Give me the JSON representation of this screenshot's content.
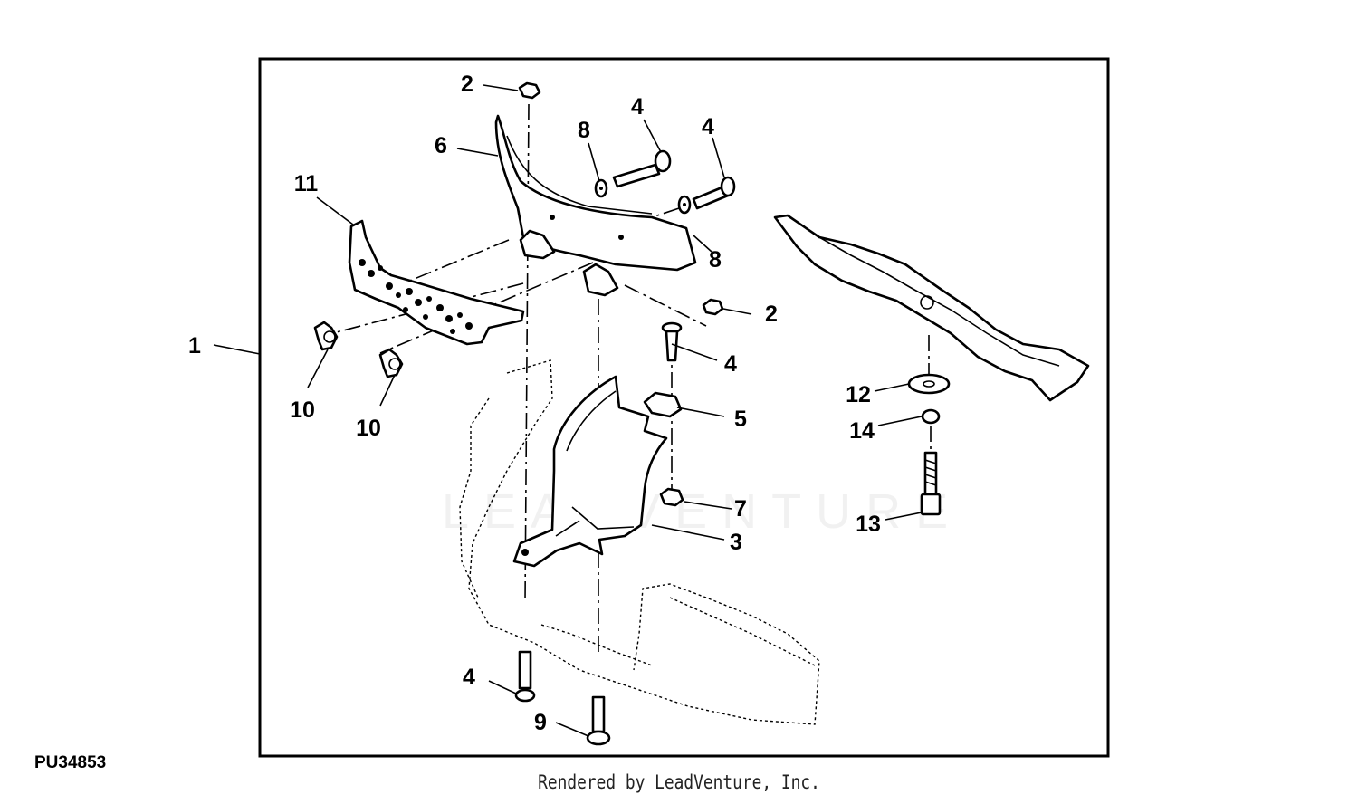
{
  "diagram": {
    "callouts": [
      {
        "id": "c1",
        "label": "1"
      },
      {
        "id": "c2a",
        "label": "2"
      },
      {
        "id": "c2b",
        "label": "2"
      },
      {
        "id": "c3",
        "label": "3"
      },
      {
        "id": "c4a",
        "label": "4"
      },
      {
        "id": "c4b",
        "label": "4"
      },
      {
        "id": "c4c",
        "label": "4"
      },
      {
        "id": "c4d",
        "label": "4"
      },
      {
        "id": "c5",
        "label": "5"
      },
      {
        "id": "c6",
        "label": "6"
      },
      {
        "id": "c7",
        "label": "7"
      },
      {
        "id": "c8a",
        "label": "8"
      },
      {
        "id": "c8b",
        "label": "8"
      },
      {
        "id": "c9",
        "label": "9"
      },
      {
        "id": "c10a",
        "label": "10"
      },
      {
        "id": "c10b",
        "label": "10"
      },
      {
        "id": "c11",
        "label": "11"
      },
      {
        "id": "c12",
        "label": "12"
      },
      {
        "id": "c13",
        "label": "13"
      },
      {
        "id": "c14",
        "label": "14"
      }
    ]
  },
  "figure_id": "PU34853",
  "footer": "Rendered by LeadVenture, Inc.",
  "watermark": "LEADVENTURE"
}
